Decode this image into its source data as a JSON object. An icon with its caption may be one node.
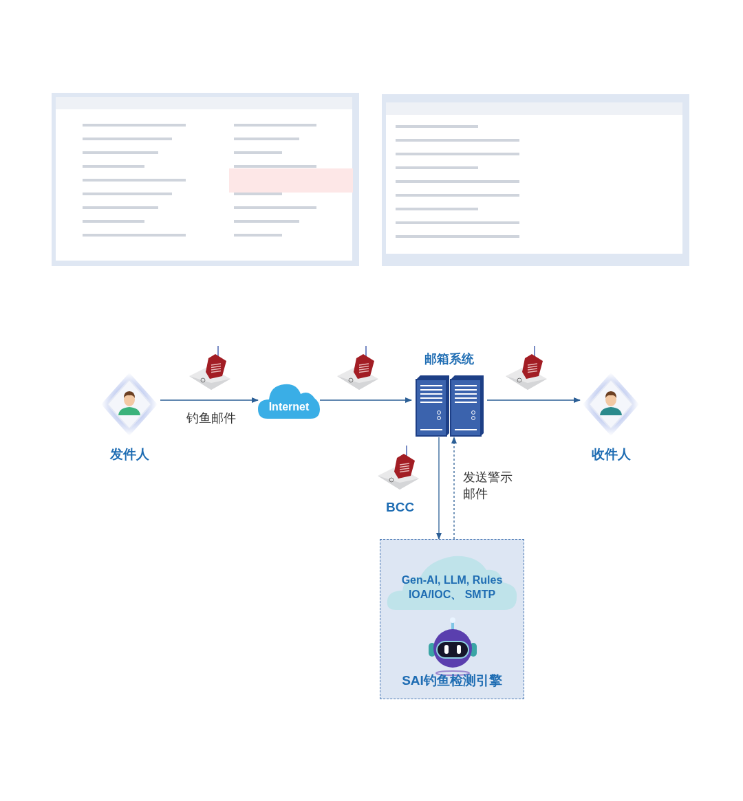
{
  "diagram": {
    "nodes": [
      {
        "text": [
          "发件人"
        ]
      },
      {
        "text": [
          "Internet"
        ]
      },
      {
        "text": [
          "邮箱系统"
        ]
      },
      {
        "text": [
          "收件人"
        ]
      },
      {
        "text": [
          "SAI钓鱼检测引擎"
        ]
      },
      {
        "text": [
          "Gen-AI, LLM, Rules IOA/IOC、 SMTP"
        ],
        "in": 4
      }
    ],
    "edges": [
      {
        "from": 0,
        "to": 1,
        "arrow": "to",
        "label": "钓鱼邮件"
      },
      {
        "from": 1,
        "to": 2,
        "arrow": "to"
      },
      {
        "from": 2,
        "to": 3,
        "arrow": "to"
      },
      {
        "from": 2,
        "to": 4,
        "arrow": "to"
      },
      {
        "from": 4,
        "to": 2,
        "arrow": "to",
        "style": "dashed",
        "label": "发送警示邮件"
      }
    ],
    "labels": [
      "BCC"
    ]
  }
}
